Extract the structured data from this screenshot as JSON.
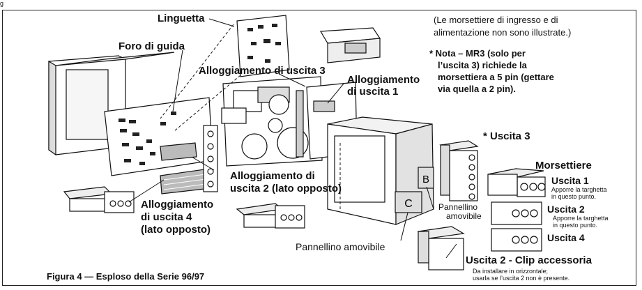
{
  "corner_mark": "g",
  "caption": "Figura 4 — Esploso della Serie 96/97",
  "header_note": {
    "line1": "(Le morsettiere di ingresso e di",
    "line2": "alimentazione non sono illustrate.)"
  },
  "footnote": {
    "line1": "* Nota – MR3 (solo per",
    "line2": "l’uscita 3) richiede la",
    "line3": "morsettiera a 5 pin (gettare",
    "line4": "via quella a 2 pin)."
  },
  "labels": {
    "linguetta": "Linguetta",
    "foro_guida": "Foro di guida",
    "allog_3": "Alloggiamento di uscita 3",
    "allog_1_l1": "Alloggiamento",
    "allog_1_l2": "di uscita 1",
    "allog_2_l1": "Alloggiamento di",
    "allog_2_l2": "uscita 2 (lato opposto)",
    "allog_4_l1": "Alloggiamento",
    "allog_4_l2": "di uscita 4",
    "allog_4_l3": "(lato opposto)",
    "uscita3": "* Uscita 3",
    "morsettiere": "Morsettiere",
    "uscita1": "Uscita 1",
    "targhetta1_l1": "Apporre la targhetta",
    "targhetta1_l2": "in questo punto.",
    "uscita2": "Uscita 2",
    "targhetta2_l1": "Apporre la targhetta",
    "targhetta2_l2": "in questo punto.",
    "uscita4": "Uscita 4",
    "pannellino_l1": "Pannellino",
    "pannellino_l2": "amovibile",
    "pannellino_bottom": "Pannellino amovibile",
    "clip_title": "Uscita 2 - Clip accessoria",
    "clip_note_l1": "Da installare in orizzontale;",
    "clip_note_l2": "usarla se l’uscita 2 non è presente.",
    "panel_b": "B",
    "panel_c": "C"
  }
}
